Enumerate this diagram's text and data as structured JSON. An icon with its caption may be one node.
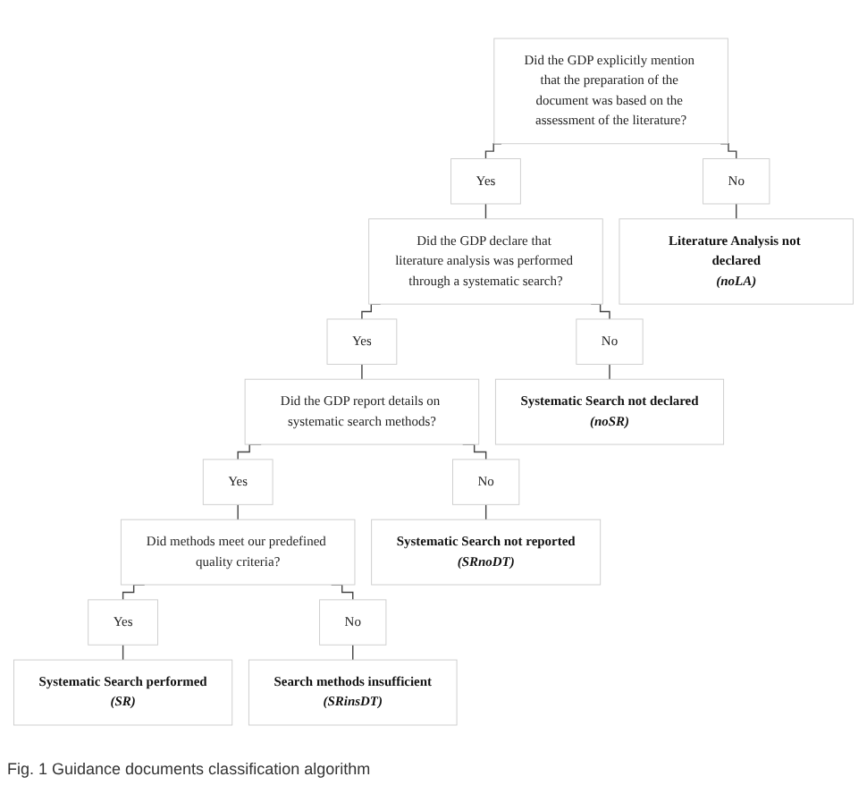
{
  "diagram": {
    "caption": "Fig. 1 Guidance documents classification algorithm",
    "nodes": [
      {
        "text": [
          "Did the GDP explicitly mention that the preparation of the document was based on the assessment of the literature?"
        ]
      },
      {
        "text": [
          "Yes"
        ]
      },
      {
        "text": [
          "No"
        ]
      },
      {
        "text": [
          "Did the GDP declare that literature analysis was performed through a systematic search?"
        ]
      },
      {
        "text": [
          "Literature Analysis not declared",
          "(noLA)"
        ]
      },
      {
        "text": [
          "Yes"
        ]
      },
      {
        "text": [
          "No"
        ]
      },
      {
        "text": [
          "Did the GDP report details on systematic search methods?"
        ]
      },
      {
        "text": [
          "Systematic Search not declared",
          "(noSR)"
        ]
      },
      {
        "text": [
          "Yes"
        ]
      },
      {
        "text": [
          "No"
        ]
      },
      {
        "text": [
          "Did methods meet our predefined quality criteria?"
        ]
      },
      {
        "text": [
          "Systematic Search not reported",
          "(SRnoDT)"
        ]
      },
      {
        "text": [
          "Yes"
        ]
      },
      {
        "text": [
          "No"
        ]
      },
      {
        "text": [
          "Systematic Search performed",
          "(SR)"
        ]
      },
      {
        "text": [
          "Search methods insufficient",
          "(SRinsDT)"
        ]
      }
    ],
    "edges": [
      {
        "from": 0,
        "to": 1,
        "arrow": "none"
      },
      {
        "from": 0,
        "to": 2,
        "arrow": "none"
      },
      {
        "from": 1,
        "to": 3,
        "arrow": "none"
      },
      {
        "from": 2,
        "to": 4,
        "arrow": "none"
      },
      {
        "from": 3,
        "to": 5,
        "arrow": "none"
      },
      {
        "from": 3,
        "to": 6,
        "arrow": "none"
      },
      {
        "from": 5,
        "to": 7,
        "arrow": "none"
      },
      {
        "from": 6,
        "to": 8,
        "arrow": "none"
      },
      {
        "from": 7,
        "to": 9,
        "arrow": "none"
      },
      {
        "from": 7,
        "to": 10,
        "arrow": "none"
      },
      {
        "from": 9,
        "to": 11,
        "arrow": "none"
      },
      {
        "from": 10,
        "to": 12,
        "arrow": "none"
      },
      {
        "from": 11,
        "to": 13,
        "arrow": "none"
      },
      {
        "from": 11,
        "to": 14,
        "arrow": "none"
      },
      {
        "from": 13,
        "to": 15,
        "arrow": "none"
      },
      {
        "from": 14,
        "to": 16,
        "arrow": "none"
      }
    ]
  }
}
